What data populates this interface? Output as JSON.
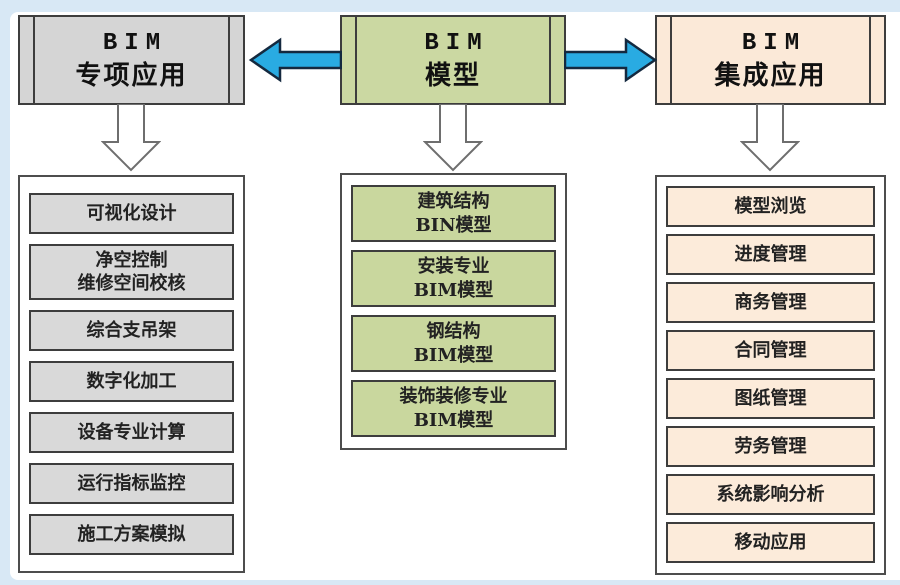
{
  "colors": {
    "page_background": "#d8e8f5",
    "surface": "#ffffff",
    "special_fill": "#d5d5d5",
    "model_fill": "#cbd8a2",
    "integrated_fill": "#fbe9d8",
    "box_border": "#3d3d3d",
    "flow_arrow_fill": "#29abe2",
    "flow_arrow_stroke": "#14293f"
  },
  "columns": [
    {
      "header": {
        "line1": "BIM",
        "line2": "专项应用"
      },
      "items": [
        "可视化设计",
        "净空控制\n维修空间校核",
        "综合支吊架",
        "数字化加工",
        "设备专业计算",
        "运行指标监控",
        "施工方案模拟"
      ]
    },
    {
      "header": {
        "line1": "BIM",
        "line2": "模型"
      },
      "items": [
        "建筑结构\nBIN模型",
        "安装专业\nBIM模型",
        "钢结构\nBIM模型",
        "装饰装修专业\nBIM模型"
      ]
    },
    {
      "header": {
        "line1": "BIM",
        "line2": "集成应用"
      },
      "items": [
        "模型浏览",
        "进度管理",
        "商务管理",
        "合同管理",
        "图纸管理",
        "劳务管理",
        "系统影响分析",
        "移动应用"
      ]
    }
  ]
}
